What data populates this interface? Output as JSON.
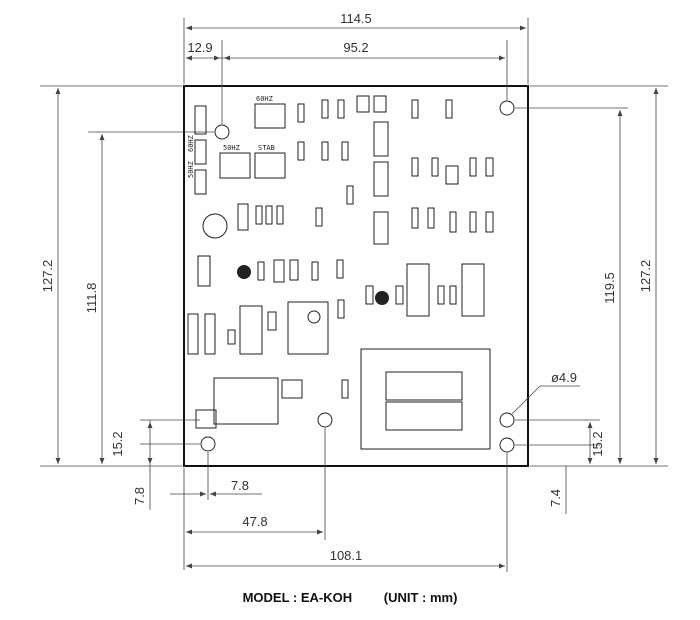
{
  "dimensions": {
    "overall_width": "114.5",
    "left_offset": "12.9",
    "top_hole_spacing": "95.2",
    "overall_height_left": "127.2",
    "height_111": "111.8",
    "height_119": "119.5",
    "overall_height_right": "127.2",
    "hole_diameter": "ø4.9",
    "bottom_left_15": "15.2",
    "bottom_right_15": "15.2",
    "bottom_left_7_8_horizontal": "7.8",
    "bottom_left_7_8_vertical": "7.8",
    "bottom_right_7_4": "7.4",
    "hole_mid_47_8": "47.8",
    "bottom_hole_spacing": "108.1"
  },
  "silkscreen": {
    "label_60hz_top": "60HZ",
    "label_60hz_side": "60HZ",
    "label_50hz_side": "50HZ",
    "label_50hz": "50HZ",
    "label_stab": "STAB"
  },
  "caption": {
    "model": "MODEL : EA-KOH",
    "unit": "(UNIT : mm)"
  }
}
